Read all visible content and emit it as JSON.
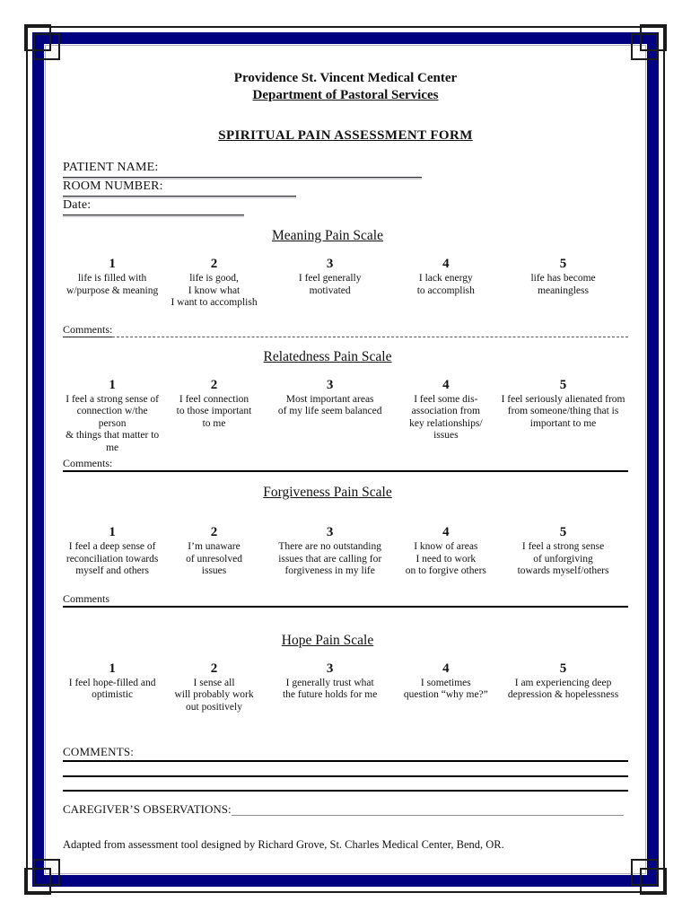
{
  "page": {
    "org_line1": "Providence St. Vincent Medical Center",
    "org_line2": "Department of Pastoral Services",
    "form_title": "SPIRITUAL PAIN ASSESSMENT FORM",
    "attribution": "Adapted from assessment tool designed by Richard Grove, St. Charles Medical Center, Bend, OR."
  },
  "colors": {
    "border_navy": "#000080",
    "border_black": "#1b1b1b",
    "inner_gray": "#b3b3bb"
  },
  "fields": {
    "patient_name_label": "PATIENT NAME:",
    "room_number_label": "ROOM NUMBER:",
    "date_label": "Date:"
  },
  "scales": [
    {
      "title": "Meaning Pain Scale",
      "comments_label": "Comments:",
      "items": [
        {
          "num": "1",
          "text": "life is filled with\nw/purpose & meaning"
        },
        {
          "num": "2",
          "text": "life is good,\nI know what\nI want to accomplish"
        },
        {
          "num": "3",
          "text": "I feel generally\nmotivated"
        },
        {
          "num": "4",
          "text": "I lack energy\nto accomplish"
        },
        {
          "num": "5",
          "text": "life has become\nmeaningless"
        }
      ]
    },
    {
      "title": "Relatedness Pain Scale",
      "comments_label": "Comments:",
      "items": [
        {
          "num": "1",
          "text": "I feel a strong sense of\nconnection w/the person\n& things that matter to me"
        },
        {
          "num": "2",
          "text": "I feel connection\nto those important\nto me"
        },
        {
          "num": "3",
          "text": "Most important areas\nof my life seem balanced"
        },
        {
          "num": "4",
          "text": "I feel some dis-\nassociation from\nkey relationships/\nissues"
        },
        {
          "num": "5",
          "text": "I feel seriously alienated from\nfrom someone/thing that is\nimportant to me"
        }
      ]
    },
    {
      "title": "Forgiveness Pain Scale",
      "comments_label": "Comments",
      "items": [
        {
          "num": "1",
          "text": "I feel a deep sense of\nreconciliation towards\nmyself and others"
        },
        {
          "num": "2",
          "text": "I’m unaware\nof unresolved\nissues"
        },
        {
          "num": "3",
          "text": "There are no outstanding\nissues that are calling for\nforgiveness in my life"
        },
        {
          "num": "4",
          "text": "I know of areas\nI need to work\non to forgive others"
        },
        {
          "num": "5",
          "text": "I feel a strong sense\nof unforgiving\ntowards myself/others"
        }
      ]
    },
    {
      "title": "Hope Pain Scale",
      "comments_label": "",
      "items": [
        {
          "num": "1",
          "text": "I feel hope-filled and\noptimistic"
        },
        {
          "num": "2",
          "text": "I sense all\nwill probably work\nout positively"
        },
        {
          "num": "3",
          "text": "I generally trust what\nthe future holds for me"
        },
        {
          "num": "4",
          "text": "I sometimes\nquestion “why me?”"
        },
        {
          "num": "5",
          "text": "I am experiencing deep\ndepression & hopelessness"
        }
      ]
    }
  ],
  "footer": {
    "comments_label": "COMMENTS:",
    "caregiver_label": "CAREGIVER’S OBSERVATIONS:"
  }
}
